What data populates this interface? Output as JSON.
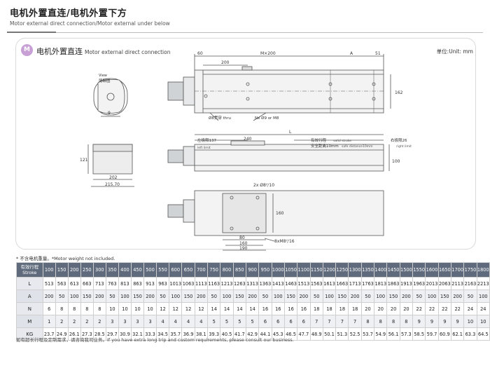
{
  "header": {
    "title_cn": "电机外置直连/电机外置下方",
    "title_en": "Motor external direct connection/Motor external under below"
  },
  "section": {
    "badge": "M",
    "title_cn": "电机外置直连",
    "title_en": "Motor external direct connection",
    "unit": "单位:Unit: mm"
  },
  "drawing": {
    "dims": {
      "d60": "60",
      "d200": "200",
      "m200": "M×200",
      "a": "A",
      "d51": "51",
      "d162": "162",
      "view": "View",
      "tail_view": "尾部图",
      "hole8": "Ø8贯穿 thru",
      "nx9": "Nx Ø9 or M8",
      "d9": "9",
      "left_limit": "左极限137",
      "left_limit_en": "left limit",
      "d240": "240",
      "stroke": "有效行程",
      "stroke_en": "valid stroke",
      "safe": "安全距离10mm",
      "safe_en": "safe distance10mm",
      "right_limit": "右极限26",
      "right_limit_en": "right limit",
      "l": "L",
      "d100": "100",
      "d121": "121",
      "d202": "202",
      "d215": "215.70",
      "holes_top": "2x Ø8▽10",
      "d160v": "160",
      "d80": "80",
      "d160": "160",
      "d190": "190",
      "m8": "8xM8▽16"
    }
  },
  "note": "* 不含电机重量。*Motor weight not included.",
  "table": {
    "header_label": [
      "有效行程",
      "Stroke"
    ],
    "strokes": [
      "100",
      "150",
      "200",
      "250",
      "300",
      "350",
      "400",
      "450",
      "500",
      "550",
      "600",
      "650",
      "700",
      "750",
      "800",
      "850",
      "900",
      "950",
      "1000",
      "1050",
      "1100",
      "1150",
      "1200",
      "1250",
      "1300",
      "1350",
      "1400",
      "1450",
      "1500",
      "1550",
      "1600",
      "1650",
      "1700",
      "1750",
      "1800"
    ],
    "rows": [
      {
        "label": "L",
        "values": [
          "513",
          "563",
          "613",
          "663",
          "713",
          "763",
          "813",
          "863",
          "913",
          "963",
          "1013",
          "1063",
          "1113",
          "1163",
          "1213",
          "1263",
          "1313",
          "1363",
          "1413",
          "1463",
          "1513",
          "1563",
          "1613",
          "1663",
          "1713",
          "1763",
          "1813",
          "1863",
          "1913",
          "1963",
          "2013",
          "2063",
          "2113",
          "2163",
          "2213"
        ]
      },
      {
        "label": "A",
        "values": [
          "200",
          "50",
          "100",
          "150",
          "200",
          "50",
          "100",
          "150",
          "200",
          "50",
          "100",
          "150",
          "200",
          "50",
          "100",
          "150",
          "200",
          "50",
          "100",
          "150",
          "200",
          "50",
          "100",
          "150",
          "200",
          "50",
          "100",
          "150",
          "200",
          "50",
          "100",
          "150",
          "200",
          "50",
          "100"
        ]
      },
      {
        "label": "N",
        "values": [
          "6",
          "8",
          "8",
          "8",
          "8",
          "10",
          "10",
          "10",
          "10",
          "12",
          "12",
          "12",
          "12",
          "14",
          "14",
          "14",
          "14",
          "16",
          "16",
          "16",
          "16",
          "18",
          "18",
          "18",
          "18",
          "20",
          "20",
          "20",
          "20",
          "22",
          "22",
          "22",
          "22",
          "24",
          "24"
        ]
      },
      {
        "label": "M",
        "values": [
          "1",
          "2",
          "2",
          "2",
          "2",
          "3",
          "3",
          "3",
          "3",
          "4",
          "4",
          "4",
          "4",
          "5",
          "5",
          "5",
          "5",
          "6",
          "6",
          "6",
          "6",
          "7",
          "7",
          "7",
          "7",
          "8",
          "8",
          "8",
          "8",
          "9",
          "9",
          "9",
          "9",
          "10",
          "10"
        ]
      },
      {
        "label": "KG",
        "values": [
          "23.7",
          "24.9",
          "26.1",
          "27.3",
          "28.5",
          "29.7",
          "30.9",
          "32.1",
          "33.3",
          "34.5",
          "35.7",
          "36.9",
          "38.1",
          "39.3",
          "40.5",
          "41.7",
          "42.9",
          "44.1",
          "45.3",
          "46.5",
          "47.7",
          "48.9",
          "50.1",
          "51.3",
          "52.5",
          "53.7",
          "54.9",
          "56.1",
          "57.3",
          "58.5",
          "59.7",
          "60.9",
          "62.1",
          "63.3",
          "64.5"
        ]
      }
    ]
  },
  "footnote": "如有超长行程及定制需求，请咨询我司业务。If you have extra long trip and custom requirements, please consult our business."
}
